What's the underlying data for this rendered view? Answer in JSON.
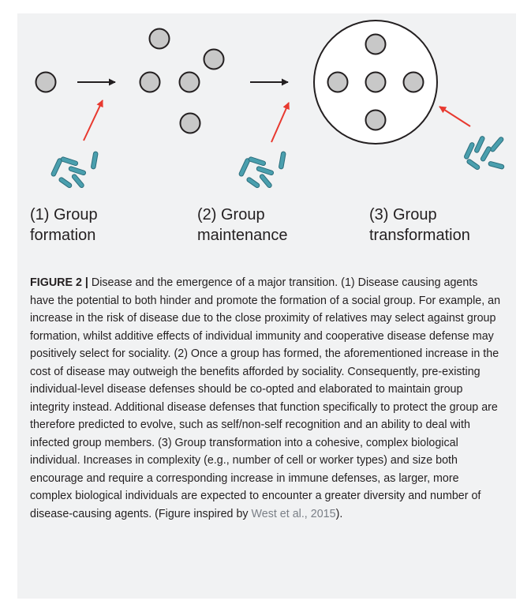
{
  "figure": {
    "stages": [
      {
        "label_line1": "(1) Group",
        "label_line2": "formation"
      },
      {
        "label_line1": "(2) Group",
        "label_line2": "maintenance"
      },
      {
        "label_line1": "(3) Group",
        "label_line2": "transformation"
      }
    ],
    "caption": {
      "figure_number": "FIGURE 2 |",
      "text_main": " Disease and the emergence of a major transition. (1) Disease causing agents have the potential to both hinder and promote the formation of a social group. For example, an increase in the risk of disease due to the close proximity of relatives may select against group formation, whilst additive effects of individual immunity and cooperative disease defense may positively select for sociality. (2) Once a group has formed, the aforementioned increase in the cost of disease may outweigh the benefits afforded by sociality. Consequently, pre-existing individual-level disease defenses should be co-opted and elaborated to maintain group integrity instead. Additional disease defenses that function specifically to protect the group are therefore predicted to evolve, such as self/non-self recognition and an ability to deal with infected group members. (3) Group transformation into a cohesive, complex biological individual. Increases in complexity (e.g., number of cell or worker types) and size both encourage and require a corresponding increase in immune defenses, as larger, more complex biological individuals are expected to encounter a greater diversity and number of disease-causing agents. (Figure inspired by ",
      "citation_link": "West et al., 2015",
      "text_end": ")."
    }
  },
  "colors": {
    "background": "#f1f2f3",
    "cell_fill": "#c8c8c8",
    "outline": "#231f20",
    "red_arrow": "#e8392f",
    "pathogen_fill": "#4a9fae",
    "pathogen_stroke": "#2c6e7c",
    "link": "#7a7f86"
  }
}
